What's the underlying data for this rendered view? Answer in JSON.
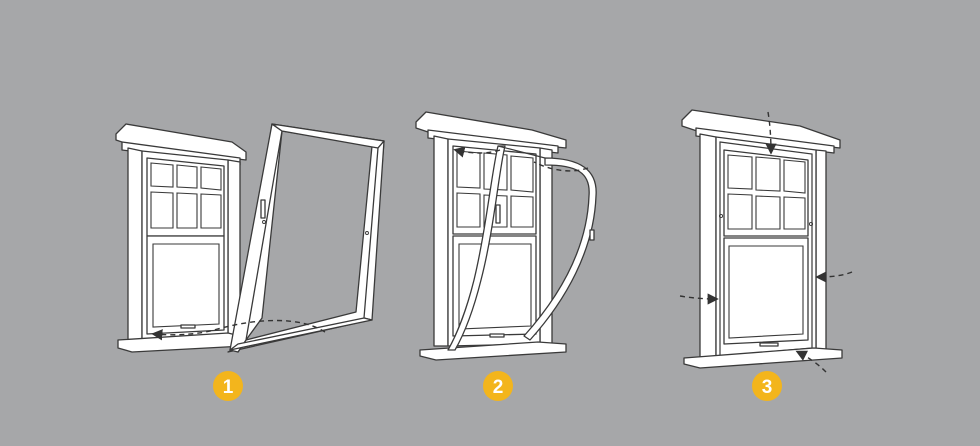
{
  "steps": [
    {
      "number": "1"
    },
    {
      "number": "2"
    },
    {
      "number": "3"
    }
  ],
  "colors": {
    "background": "#a6a7a9",
    "badge": "#f3b51c",
    "line": "#3a3a3a",
    "fill": "#ffffff"
  }
}
